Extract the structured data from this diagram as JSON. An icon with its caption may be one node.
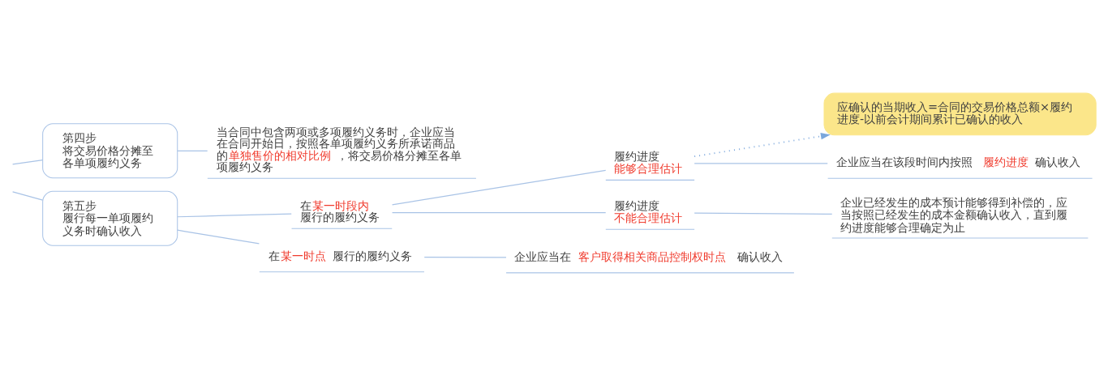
{
  "diagram": {
    "nodes": [
      {
        "text": [
          "第四步",
          "将交易价格分摊至各单项履约义务"
        ]
      },
      {
        "text": [
          "当合同中包含两项或多项履约义务时，企业应当在合同开始日，按照各单项履约义务所承诺商品的**单独售价的相对比例**，将交易价格分摊至各单项履约义务"
        ]
      },
      {
        "text": [
          "应确认的当期收入=合同的交易价格总额×履约进度-以前会计期间累计已确认的收入"
        ]
      },
      {
        "text": [
          "第五步",
          "履行每一单项履约义务时确认收入"
        ]
      },
      {
        "text": [
          "在**某一时段内**履行的履约义务"
        ]
      },
      {
        "text": [
          "履约进度**能够合理估计**"
        ]
      },
      {
        "text": [
          "企业应当在该段时间内按照 **履约进度** 确认收入"
        ]
      },
      {
        "text": [
          "履约进度**不能合理估计**"
        ]
      },
      {
        "text": [
          "企业已经发生的成本预计能够得到补偿的，应当按照已经发生的成本金额确认收入，直到履约进度能够合理确定为止"
        ]
      },
      {
        "text": [
          "在**某一时点** 履行的履约义务"
        ]
      },
      {
        "text": [
          "企业应当在 **客户取得相关商品控制权时点** 确认收入"
        ]
      }
    ],
    "edges": [
      {
        "from": null,
        "to": 0,
        "arrow": "none"
      },
      {
        "from": 0,
        "to": 1,
        "arrow": "none"
      },
      {
        "from": null,
        "to": 3,
        "arrow": "none"
      },
      {
        "from": 3,
        "to": 4,
        "arrow": "none"
      },
      {
        "from": 3,
        "to": 9,
        "arrow": "none"
      },
      {
        "from": 4,
        "to": 5,
        "arrow": "none"
      },
      {
        "from": 4,
        "to": 7,
        "arrow": "none"
      },
      {
        "from": 5,
        "to": 6,
        "arrow": "none"
      },
      {
        "from": 7,
        "to": 8,
        "arrow": "none"
      },
      {
        "from": 9,
        "to": 10,
        "arrow": "none"
      },
      {
        "from": 5,
        "to": 2,
        "arrow": "to",
        "style": "dashed",
        "color": "#7ba7dc"
      }
    ]
  }
}
